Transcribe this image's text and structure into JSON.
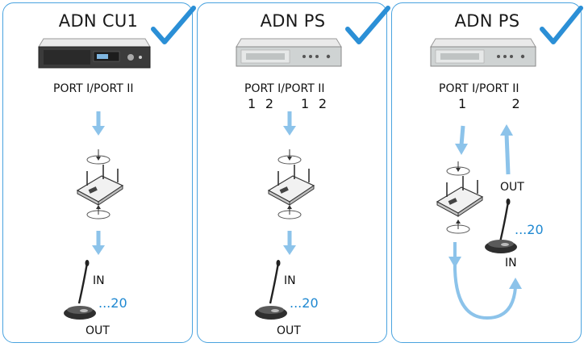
{
  "panels": [
    {
      "title": "ADN CU1",
      "port_label": "PORT I/PORT II",
      "in_label": "IN",
      "out_label": "OUT",
      "count_label": "...20"
    },
    {
      "title": "ADN PS",
      "port_label": "PORT I/PORT II",
      "port_numbers": "1  2      1  2",
      "in_label": "IN",
      "out_label": "OUT",
      "count_label": "...20"
    },
    {
      "title": "ADN PS",
      "port_label": "PORT I/PORT II",
      "port_numbers": "1          2",
      "in_label": "IN",
      "out_label": "OUT",
      "count_label": "...20"
    }
  ],
  "colors": {
    "border": "#4aa3df",
    "arrow": "#8cc3ea",
    "check": "#2b8fd6",
    "count_text": "#1e88d1"
  }
}
